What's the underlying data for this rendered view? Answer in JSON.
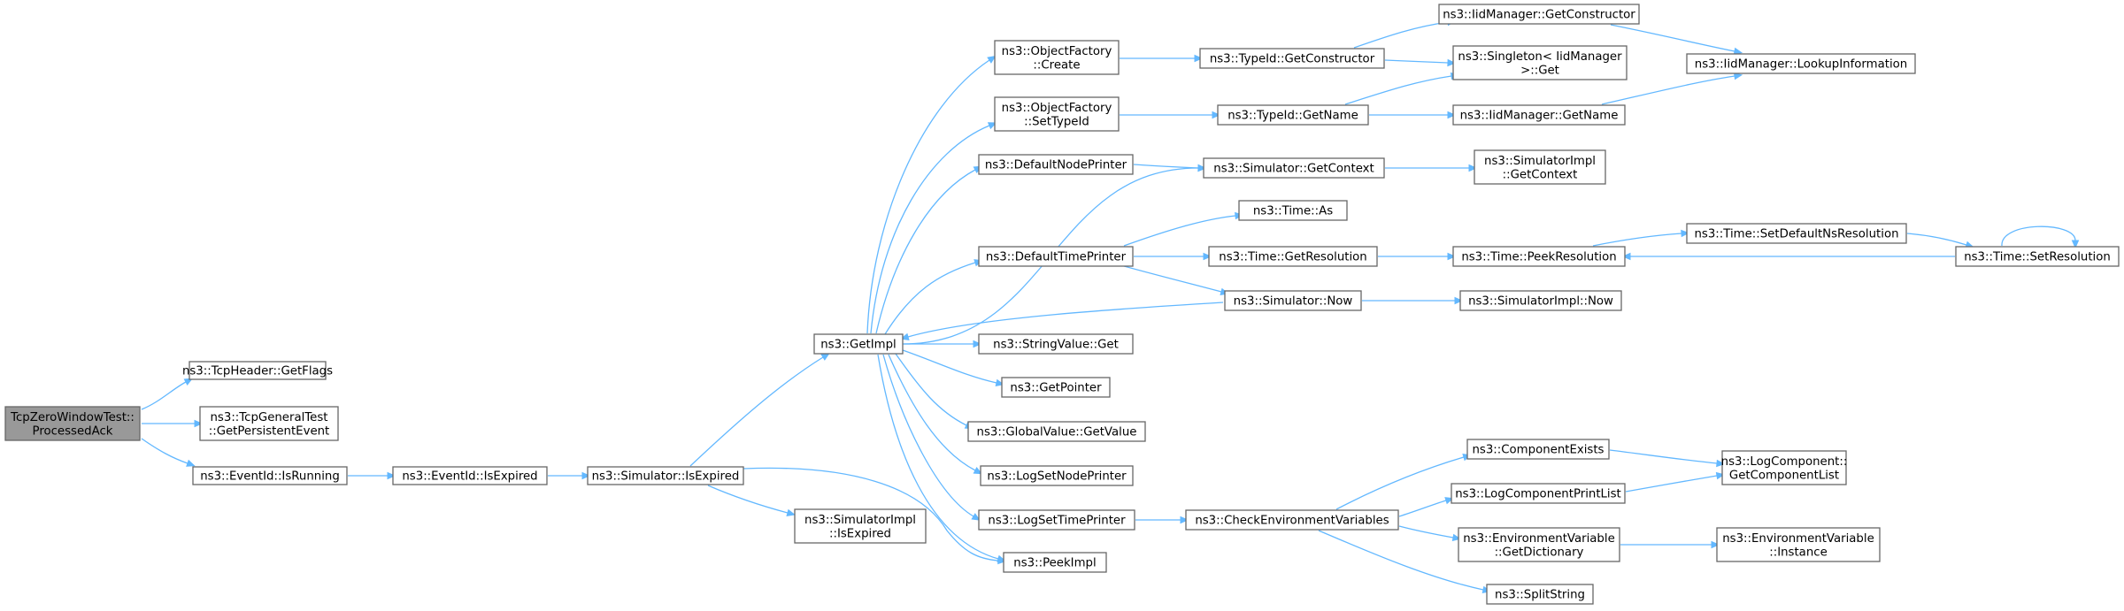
{
  "colors": {
    "edge": "#63b8ff",
    "node_border": "#666666",
    "root_fill": "#999999",
    "background": "#ffffff"
  },
  "nodes": {
    "root": [
      "TcpZeroWindowTest::",
      "ProcessedAck"
    ],
    "tcpheader_getflags": [
      "ns3::TcpHeader::GetFlags"
    ],
    "tcpgeneraltest_getpersistentevent": [
      "ns3::TcpGeneralTest",
      "::GetPersistentEvent"
    ],
    "eventid_isrunning": [
      "ns3::EventId::IsRunning"
    ],
    "eventid_isexpired": [
      "ns3::EventId::IsExpired"
    ],
    "simulator_isexpired": [
      "ns3::Simulator::IsExpired"
    ],
    "getimpl": [
      "ns3::GetImpl"
    ],
    "simulatorimpl_isexpired": [
      "ns3::SimulatorImpl",
      "::IsExpired"
    ],
    "peekimpl": [
      "ns3::PeekImpl"
    ],
    "objectfactory_create": [
      "ns3::ObjectFactory",
      "::Create"
    ],
    "objectfactory_settypeid": [
      "ns3::ObjectFactory",
      "::SetTypeId"
    ],
    "defaultnodeprinter": [
      "ns3::DefaultNodePrinter"
    ],
    "defaulttimeprinter": [
      "ns3::DefaultTimePrinter"
    ],
    "stringvalue_get": [
      "ns3::StringValue::Get"
    ],
    "getpointer": [
      "ns3::GetPointer"
    ],
    "globalvalue_getvalue": [
      "ns3::GlobalValue::GetValue"
    ],
    "logsetnodeprinter": [
      "ns3::LogSetNodePrinter"
    ],
    "logsettimeprinter": [
      "ns3::LogSetTimePrinter"
    ],
    "typeid_getconstructor": [
      "ns3::TypeId::GetConstructor"
    ],
    "typeid_getname": [
      "ns3::TypeId::GetName"
    ],
    "simulator_getcontext": [
      "ns3::Simulator::GetContext"
    ],
    "time_as": [
      "ns3::Time::As"
    ],
    "time_getresolution": [
      "ns3::Time::GetResolution"
    ],
    "simulator_now": [
      "ns3::Simulator::Now"
    ],
    "checkenvironmentvariables": [
      "ns3::CheckEnvironmentVariables"
    ],
    "iidmanager_getconstructor": [
      "ns3::IidManager::GetConstructor"
    ],
    "singleton_iidmanager_get": [
      "ns3::Singleton< IidManager",
      " >::Get"
    ],
    "iidmanager_getname": [
      "ns3::IidManager::GetName"
    ],
    "simulatorimpl_getcontext": [
      "ns3::SimulatorImpl",
      "::GetContext"
    ],
    "time_peekresolution": [
      "ns3::Time::PeekResolution"
    ],
    "simulatorimpl_now": [
      "ns3::SimulatorImpl::Now"
    ],
    "componentexists": [
      "ns3::ComponentExists"
    ],
    "logcomponentprintlist": [
      "ns3::LogComponentPrintList"
    ],
    "environmentvariable_getdictionary": [
      "ns3::EnvironmentVariable",
      "::GetDictionary"
    ],
    "splitstring": [
      "ns3::SplitString"
    ],
    "iidmanager_lookupinformation": [
      "ns3::IidManager::LookupInformation"
    ],
    "time_setdefaultnsresolution": [
      "ns3::Time::SetDefaultNsResolution"
    ],
    "time_setresolution": [
      "ns3::Time::SetResolution"
    ],
    "logcomponent_getcomponentlist": [
      "ns3::LogComponent::",
      "GetComponentList"
    ],
    "environmentvariable_instance": [
      "ns3::EnvironmentVariable",
      "::Instance"
    ]
  },
  "edges": [
    [
      "root",
      "tcpheader_getflags"
    ],
    [
      "root",
      "tcpgeneraltest_getpersistentevent"
    ],
    [
      "root",
      "eventid_isrunning"
    ],
    [
      "eventid_isrunning",
      "eventid_isexpired"
    ],
    [
      "eventid_isexpired",
      "simulator_isexpired"
    ],
    [
      "simulator_isexpired",
      "getimpl"
    ],
    [
      "simulator_isexpired",
      "simulatorimpl_isexpired"
    ],
    [
      "simulator_isexpired",
      "peekimpl"
    ],
    [
      "getimpl",
      "objectfactory_create"
    ],
    [
      "getimpl",
      "objectfactory_settypeid"
    ],
    [
      "getimpl",
      "defaultnodeprinter"
    ],
    [
      "getimpl",
      "simulator_getcontext"
    ],
    [
      "getimpl",
      "defaulttimeprinter"
    ],
    [
      "getimpl",
      "stringvalue_get"
    ],
    [
      "getimpl",
      "getpointer"
    ],
    [
      "getimpl",
      "globalvalue_getvalue"
    ],
    [
      "getimpl",
      "logsetnodeprinter"
    ],
    [
      "getimpl",
      "logsettimeprinter"
    ],
    [
      "getimpl",
      "peekimpl"
    ],
    [
      "simulator_now",
      "getimpl"
    ],
    [
      "objectfactory_create",
      "typeid_getconstructor"
    ],
    [
      "objectfactory_settypeid",
      "typeid_getname"
    ],
    [
      "defaultnodeprinter",
      "simulator_getcontext"
    ],
    [
      "defaulttimeprinter",
      "time_as"
    ],
    [
      "defaulttimeprinter",
      "time_getresolution"
    ],
    [
      "defaulttimeprinter",
      "simulator_now"
    ],
    [
      "logsettimeprinter",
      "checkenvironmentvariables"
    ],
    [
      "typeid_getconstructor",
      "iidmanager_getconstructor"
    ],
    [
      "typeid_getconstructor",
      "singleton_iidmanager_get"
    ],
    [
      "typeid_getname",
      "singleton_iidmanager_get"
    ],
    [
      "typeid_getname",
      "iidmanager_getname"
    ],
    [
      "simulator_getcontext",
      "simulatorimpl_getcontext"
    ],
    [
      "time_getresolution",
      "time_peekresolution"
    ],
    [
      "simulator_now",
      "simulatorimpl_now"
    ],
    [
      "checkenvironmentvariables",
      "componentexists"
    ],
    [
      "checkenvironmentvariables",
      "logcomponentprintlist"
    ],
    [
      "checkenvironmentvariables",
      "environmentvariable_getdictionary"
    ],
    [
      "checkenvironmentvariables",
      "splitstring"
    ],
    [
      "iidmanager_getconstructor",
      "iidmanager_lookupinformation"
    ],
    [
      "iidmanager_getname",
      "iidmanager_lookupinformation"
    ],
    [
      "time_peekresolution",
      "time_setdefaultnsresolution"
    ],
    [
      "time_setdefaultnsresolution",
      "time_setresolution"
    ],
    [
      "time_setresolution",
      "time_peekresolution"
    ],
    [
      "time_setresolution",
      "time_setresolution"
    ],
    [
      "componentexists",
      "logcomponent_getcomponentlist"
    ],
    [
      "logcomponentprintlist",
      "logcomponent_getcomponentlist"
    ],
    [
      "environmentvariable_getdictionary",
      "environmentvariable_instance"
    ]
  ]
}
